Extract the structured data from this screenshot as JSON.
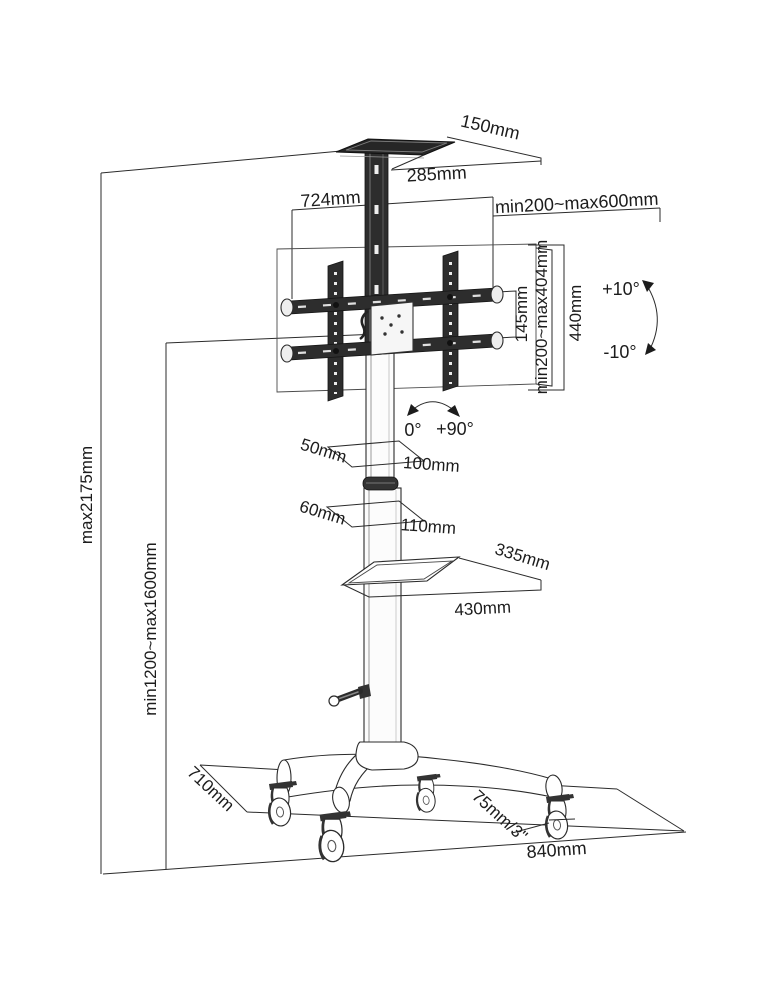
{
  "diagram": {
    "type": "technical-dimension-drawing",
    "subject": "mobile TV cart / trolley stand with casters",
    "colors": {
      "line": "#2b2b2b",
      "dark_fill": "#2d2d2d",
      "background": "#ffffff",
      "text": "#1c1c1c"
    },
    "dims": {
      "shelf_depth": "150mm",
      "shelf_width": "285mm",
      "bracket_width": "724mm",
      "vesa_width_range": "min200~max600mm",
      "hole_pitch": "145mm",
      "vesa_height_range": "min200~max404mm",
      "bracket_height": "440mm",
      "tilt_up": "+10°",
      "tilt_down": "-10°",
      "swivel_min": "0°",
      "swivel_max": "+90°",
      "pole_upper_depth": "50mm",
      "pole_upper_width": "100mm",
      "pole_lower_depth": "60mm",
      "pole_lower_width": "110mm",
      "tray_depth": "335mm",
      "tray_width": "430mm",
      "total_height": "max2175mm",
      "column_height": "min1200~max1600mm",
      "base_depth": "710mm",
      "caster_size": "75mm/3\"",
      "base_width": "840mm"
    }
  }
}
